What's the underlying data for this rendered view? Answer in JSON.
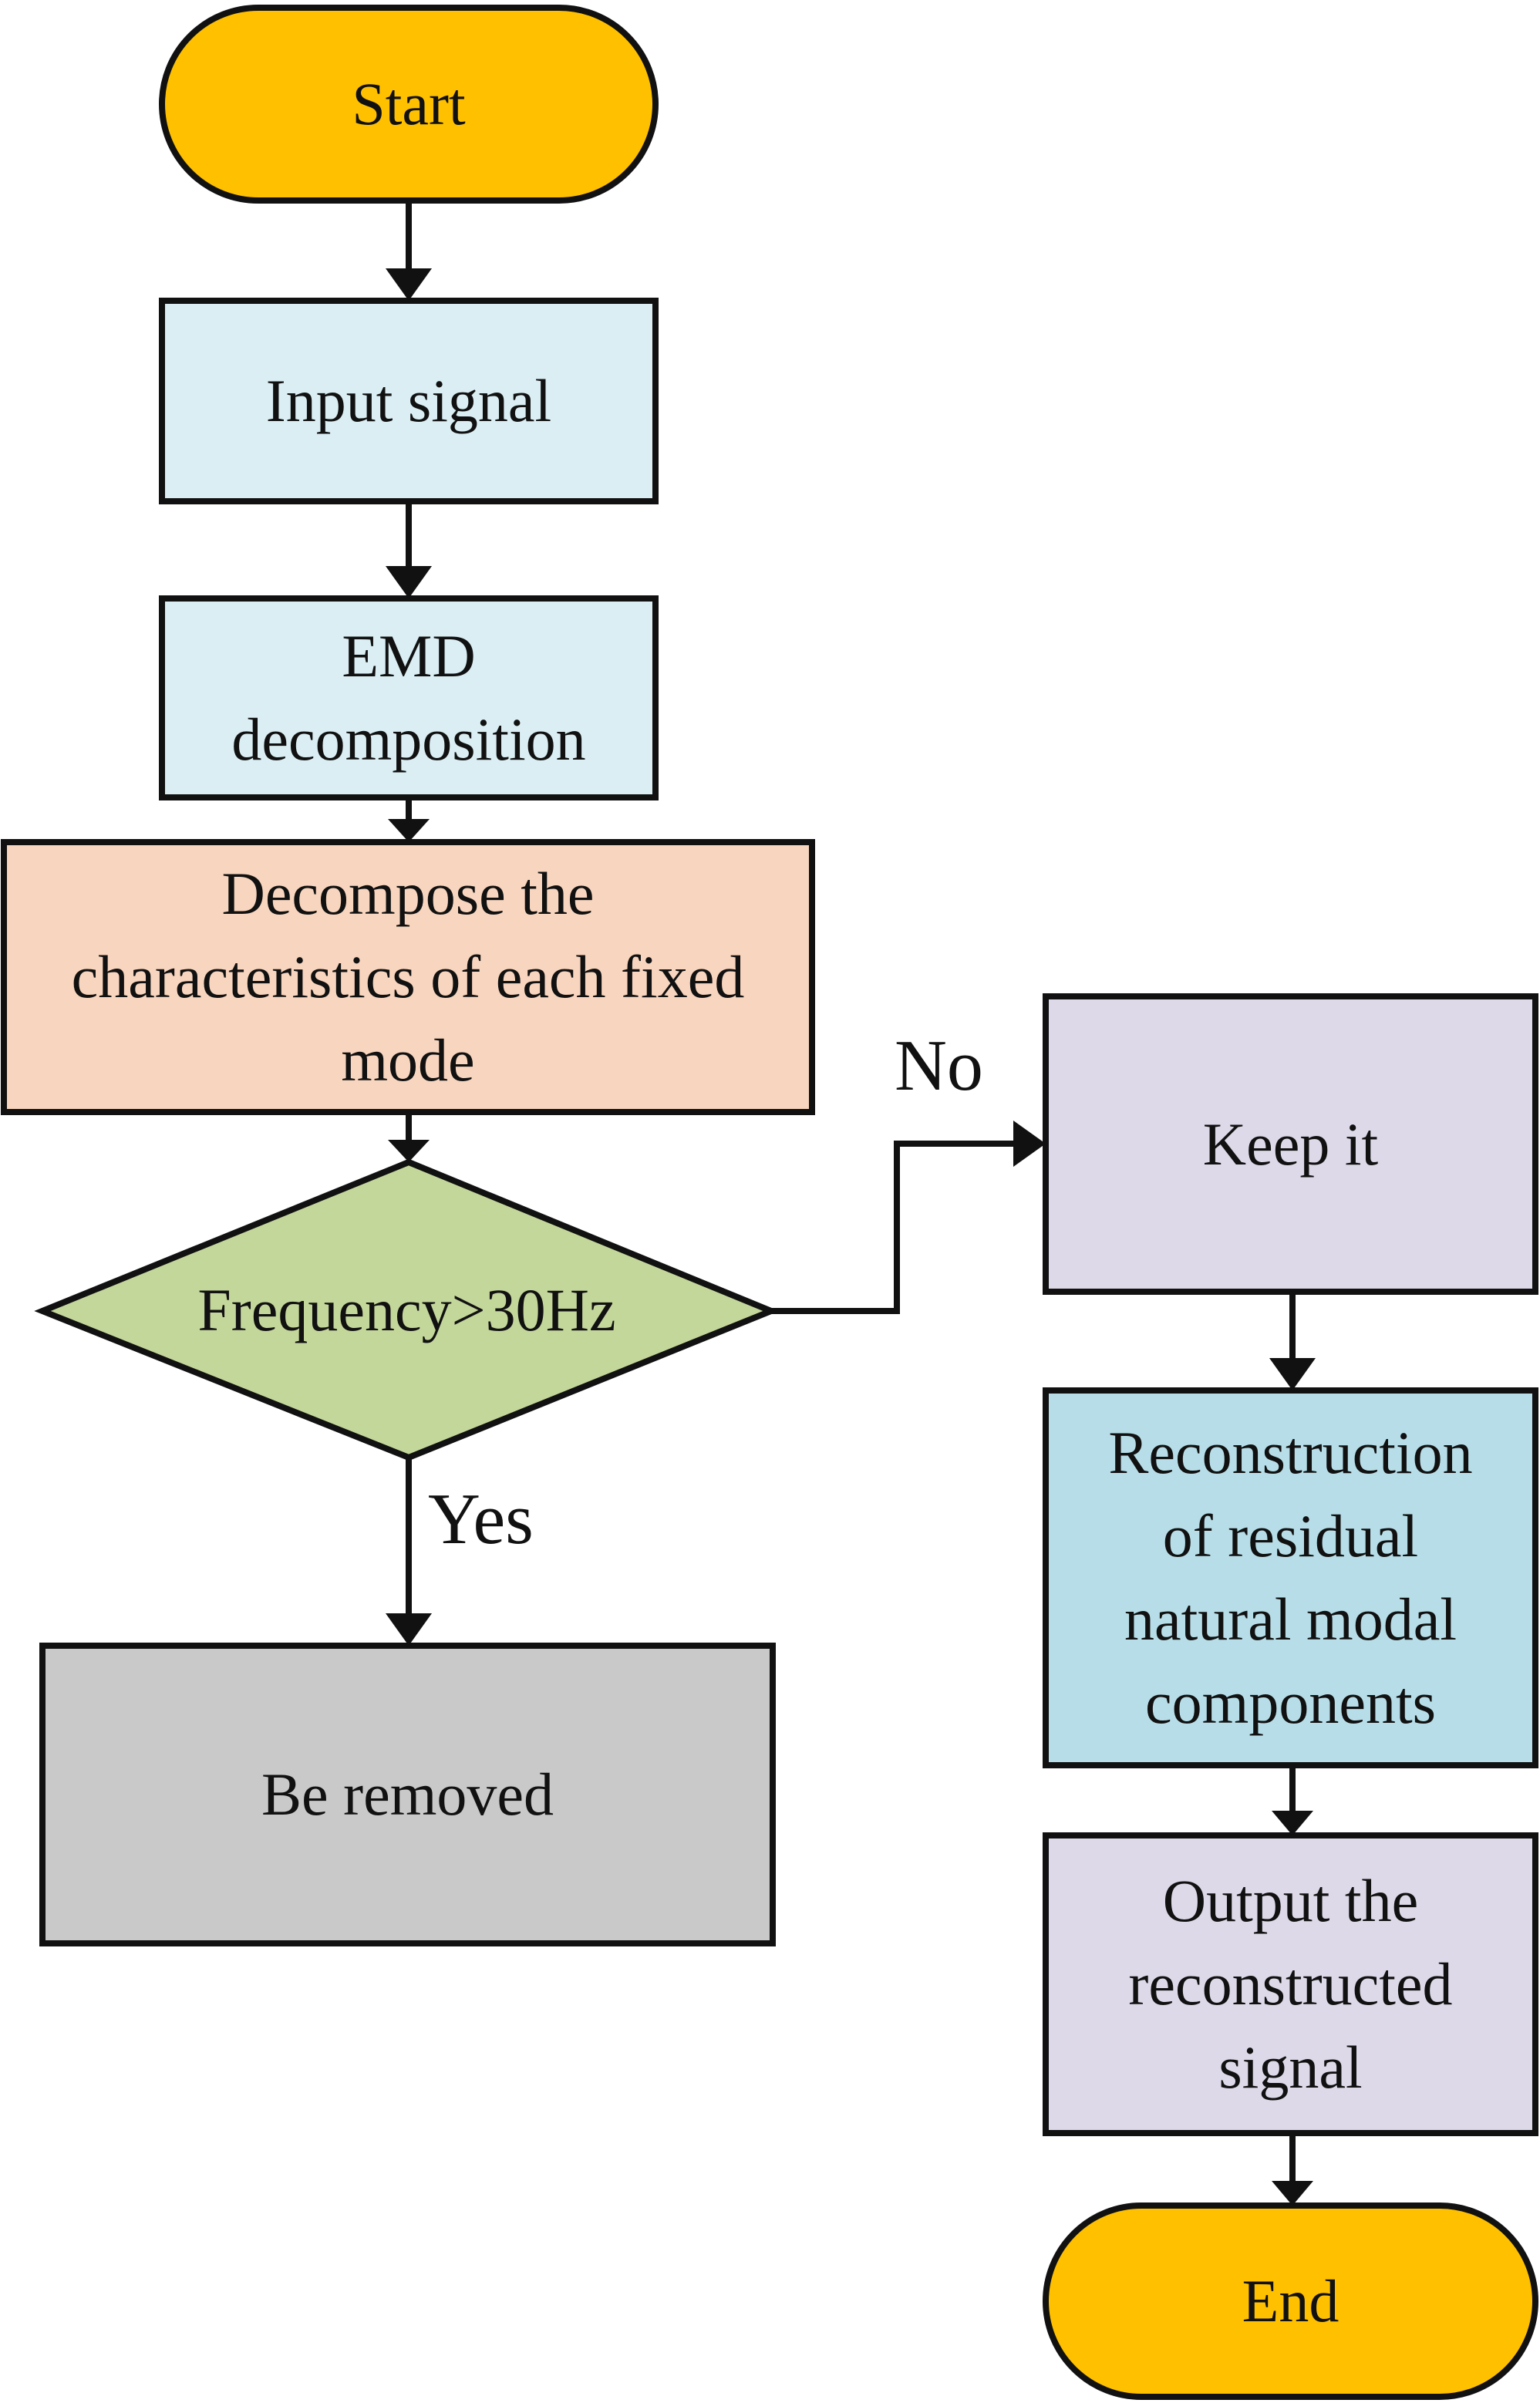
{
  "colors": {
    "terminal": "#FFC000",
    "input": "#DAEEF3",
    "process_peach": "#F8D5BE",
    "decision": "#C4D79B",
    "removed": "#C9C9C9",
    "keep": "#DDD9E8",
    "reconstruction": "#B7DEE8",
    "output": "#DDD9E8",
    "stroke": "#111111"
  },
  "nodes": {
    "start": {
      "label": "Start",
      "shape": "terminal"
    },
    "input_signal": {
      "label": "Input signal",
      "shape": "rect"
    },
    "emd": {
      "lines": [
        "EMD",
        "decomposition"
      ],
      "shape": "rect"
    },
    "decompose": {
      "lines": [
        "Decompose the",
        "characteristics of each fixed",
        "mode"
      ],
      "shape": "rect"
    },
    "frequency": {
      "label": "Frequency>30Hz",
      "shape": "diamond"
    },
    "be_removed": {
      "label": "Be removed",
      "shape": "rect"
    },
    "keep_it": {
      "label": "Keep it",
      "shape": "rect"
    },
    "reconstruction": {
      "lines": [
        "Reconstruction",
        "of residual",
        "natural modal",
        "components"
      ],
      "shape": "rect"
    },
    "output": {
      "lines": [
        "Output the",
        "reconstructed",
        "signal"
      ],
      "shape": "rect"
    },
    "end": {
      "label": "End",
      "shape": "terminal"
    }
  },
  "edge_labels": {
    "no": "No",
    "yes": "Yes"
  }
}
